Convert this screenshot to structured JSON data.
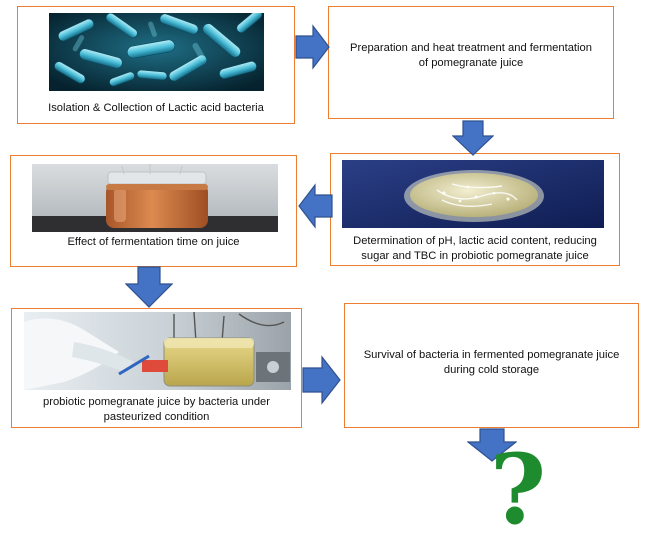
{
  "colors": {
    "box_border": "#ED7D31",
    "arrow_fill": "#4472C4",
    "arrow_stroke": "#2F528F",
    "question_mark": "#1E8B2E",
    "text": "#111111"
  },
  "steps": [
    {
      "id": "step-1",
      "text": "Isolation & Collection of Lactic acid bacteria",
      "image": "lactic-acid-bacteria-micrograph"
    },
    {
      "id": "step-2",
      "text": "Preparation and heat treatment and fermentation of pomegranate juice"
    },
    {
      "id": "step-3",
      "text": "Determination of pH, lactic acid content, reducing sugar and TBC in probiotic pomegranate juice",
      "image": "petri-dish-culture-photo"
    },
    {
      "id": "step-4",
      "text": "Effect of fermentation time on juice",
      "image": "fermented-juice-jar-photo"
    },
    {
      "id": "step-5",
      "text": "probiotic pomegranate juice by bacteria under pasteurized condition",
      "image": "laboratory-equipment-photo"
    },
    {
      "id": "step-6",
      "text": "Survival of bacteria in fermented pomegranate juice during cold storage"
    }
  ],
  "final": {
    "symbol": "?"
  },
  "arrows": [
    "arrow-right",
    "arrow-down",
    "arrow-left",
    "arrow-down",
    "arrow-right",
    "arrow-down"
  ]
}
